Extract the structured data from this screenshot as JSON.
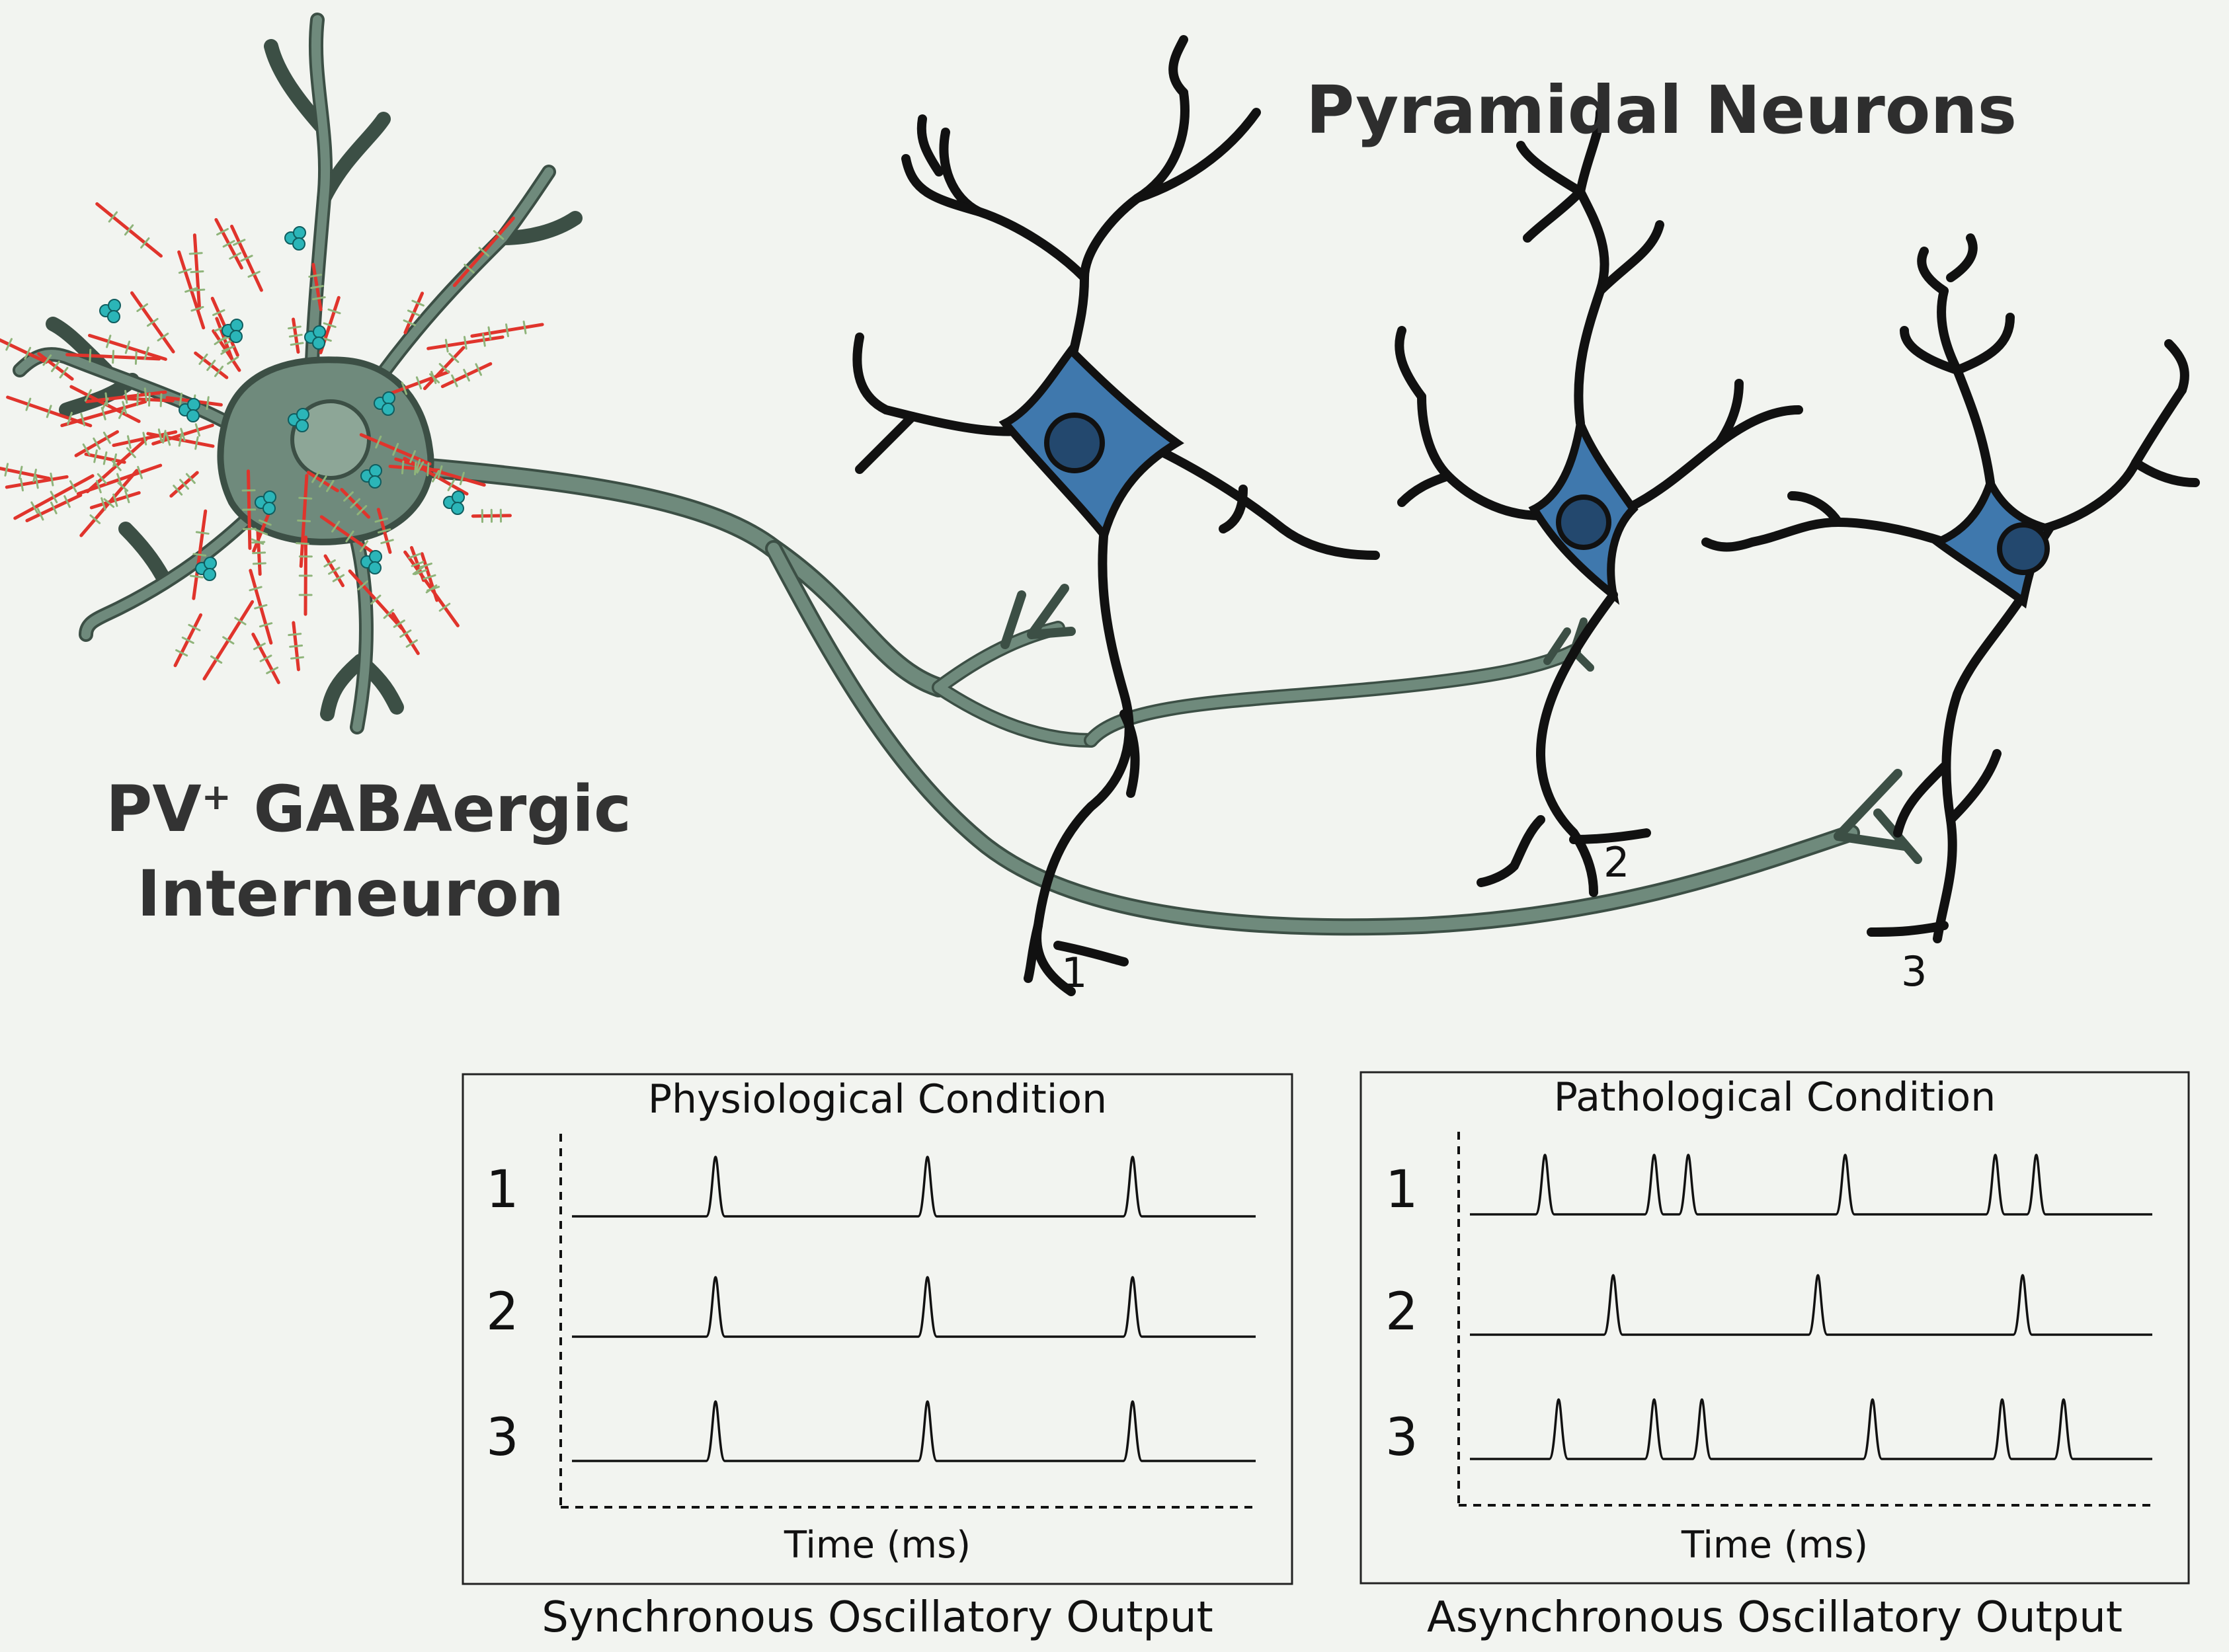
{
  "labels": {
    "pyramidal_title": "Pyramidal Neurons",
    "interneuron_pv": "PV",
    "interneuron_sup": "+",
    "interneuron_line1_rest": " GABAergic",
    "interneuron_line2": "Interneuron",
    "neuron_1": "1",
    "neuron_2": "2",
    "neuron_3": "3"
  },
  "colors": {
    "interneuron": "#6f8a7c",
    "interneuron_dark": "#3c4f45",
    "perineuronal_net": "#e0342c",
    "net_bristle": "#8fb47a",
    "synapse_dot": "#2bb5b8",
    "pyramidal_fill": "#3f78ad",
    "pyramidal_dark": "#23486e",
    "outline": "#111111",
    "background": "#f2f4f0"
  },
  "panels": [
    {
      "title": "Physiological Condition",
      "xlabel": "Time (ms)",
      "caption": "Synchronous Oscillatory Output",
      "rows": [
        {
          "label": "1",
          "spikes": [
            0.21,
            0.52,
            0.82
          ]
        },
        {
          "label": "2",
          "spikes": [
            0.21,
            0.52,
            0.82
          ]
        },
        {
          "label": "3",
          "spikes": [
            0.21,
            0.52,
            0.82
          ]
        }
      ]
    },
    {
      "title": "Pathological Condition",
      "xlabel": "Time (ms)",
      "caption": "Asynchronous Oscillatory Output",
      "rows": [
        {
          "label": "1",
          "spikes": [
            0.11,
            0.27,
            0.32,
            0.55,
            0.77,
            0.83
          ]
        },
        {
          "label": "2",
          "spikes": [
            0.21,
            0.51,
            0.81
          ]
        },
        {
          "label": "3",
          "spikes": [
            0.13,
            0.27,
            0.34,
            0.59,
            0.78,
            0.87
          ]
        }
      ]
    }
  ]
}
